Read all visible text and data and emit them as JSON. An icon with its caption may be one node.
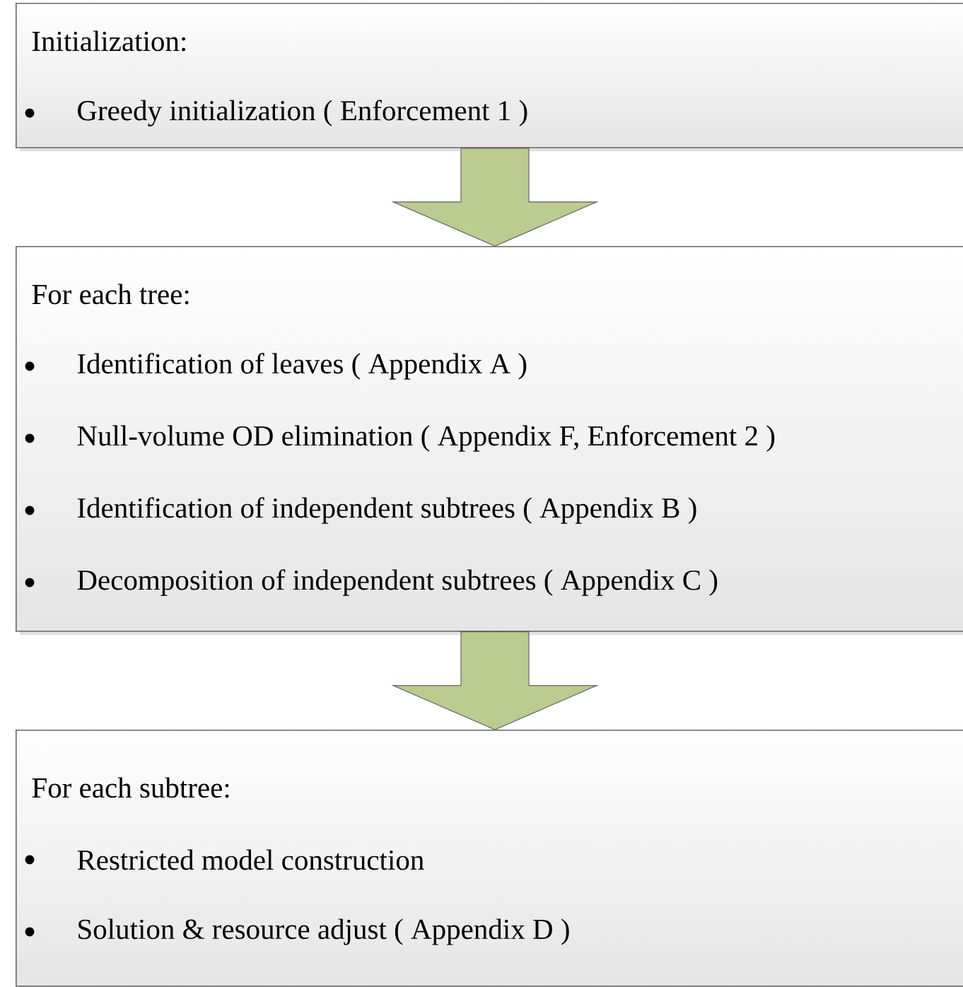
{
  "diagram": {
    "nodes": [
      {
        "text": [
          "Initialization:",
          "Greedy initialization ( Enforcement 1 )"
        ]
      },
      {
        "text": [
          "For each tree:",
          "Identification of leaves ( Appendix A )",
          "Null-volume OD elimination ( Appendix F, Enforcement 2 )",
          "Identification of independent subtrees ( Appendix B )",
          "Decomposition of independent subtrees ( Appendix C )"
        ]
      },
      {
        "text": [
          "For each subtree:",
          "Restricted model construction",
          "Solution & resource adjust ( Appendix D )"
        ]
      }
    ],
    "edges": [
      {
        "from": 0,
        "to": 1,
        "arrow": "to"
      },
      {
        "from": 1,
        "to": 2,
        "arrow": "to"
      }
    ]
  }
}
